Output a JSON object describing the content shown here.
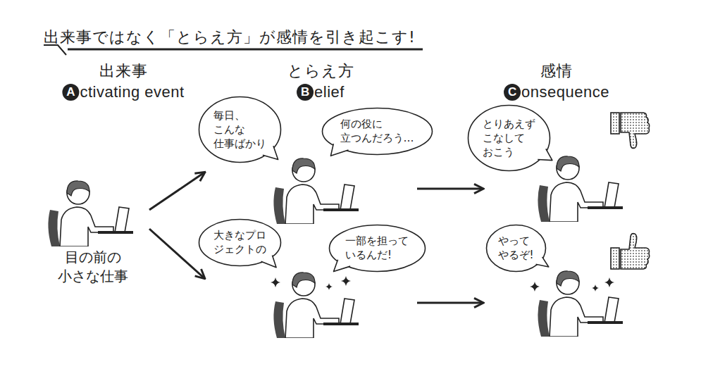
{
  "diagram": {
    "title": "出来事ではなく「とらえ方」が感情を引き起こす!",
    "nodes": [
      {
        "text": [
          "毎日、こんな 仕事ばかり"
        ]
      },
      {
        "text": [
          "何の役に 立つんだろう…"
        ]
      },
      {
        "text": [
          "とりあえず こなして おこう"
        ]
      },
      {
        "text": [
          "大きなプロ ジェクトの"
        ]
      },
      {
        "text": [
          "一部を担って いるんだ!"
        ]
      },
      {
        "text": [
          "やって やるぞ!"
        ]
      }
    ],
    "labels": [
      "出来事",
      "A",
      "ctivating event",
      "とらえ方",
      "B",
      "elief",
      "感情",
      "C",
      "onsequence",
      "目の前の 小さな仕事"
    ]
  }
}
